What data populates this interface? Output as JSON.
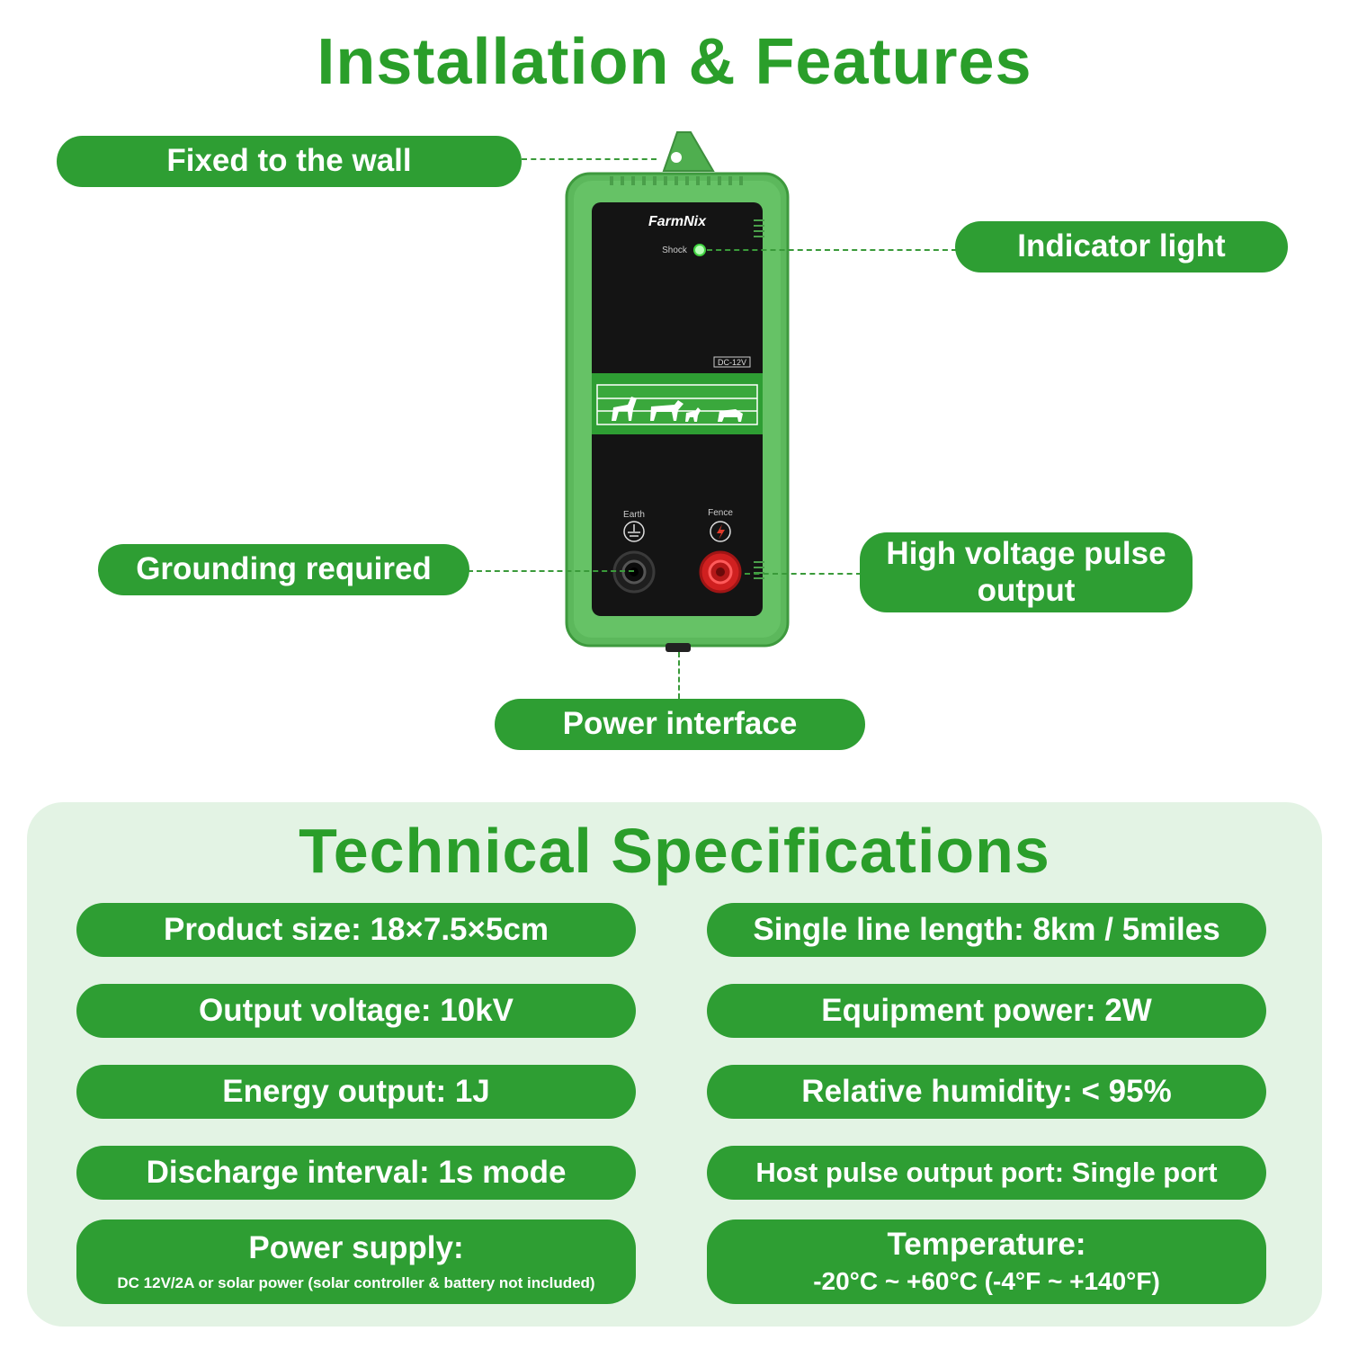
{
  "header": {
    "title": "Installation & Features"
  },
  "device": {
    "brand": "FarmNix",
    "indicator_label": "Shock",
    "voltage_label": "DC-12V",
    "earth_label": "Earth",
    "fence_label": "Fence"
  },
  "callouts": {
    "wall": "Fixed to the wall",
    "indicator": "Indicator light",
    "grounding": "Grounding required",
    "pulse": "High voltage pulse output",
    "power": "Power interface"
  },
  "specs": {
    "title": "Technical Specifications",
    "product_size": "Product size: 18×7.5×5cm",
    "line_length": "Single line length: 8km / 5miles",
    "output_voltage": "Output voltage: 10kV",
    "equipment_power": "Equipment power: 2W",
    "energy_output": "Energy output: 1J",
    "humidity": "Relative humidity: < 95%",
    "discharge": "Discharge interval: 1s mode",
    "pulse_port": "Host pulse output port: Single port",
    "power_supply": "Power supply:",
    "power_supply_detail": "DC 12V/2A or solar power (solar controller & battery not included)",
    "temperature": "Temperature:",
    "temperature_detail": "-20°C ~ +60°C (-4°F ~ +140°F)"
  },
  "colors": {
    "accent": "#2e9e33",
    "title": "#2a9e2a",
    "panel": "#e3f3e4",
    "device_body": "#5cb85c"
  }
}
